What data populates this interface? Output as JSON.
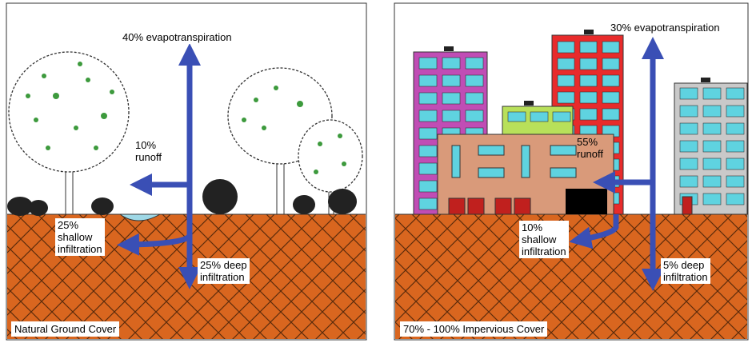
{
  "panels": [
    {
      "id": "natural",
      "caption": "Natural Ground Cover",
      "labels": {
        "evapotranspiration": "40% evapotranspiration",
        "runoff": "10%\nrunoff",
        "shallow": "25%\nshallow\ninfiltration",
        "deep": "25% deep\ninfiltration"
      }
    },
    {
      "id": "impervious",
      "caption": "70% - 100% Impervious Cover",
      "labels": {
        "evapotranspiration": "30% evapotranspiration",
        "runoff": "55%\nrunoff",
        "shallow": "10%\nshallow\ninfiltration",
        "deep": "5% deep\ninfiltration"
      }
    }
  ],
  "colors": {
    "soil": "#d9661f",
    "soil_line": "#5a2a0a",
    "arrow": "#3a4fb5",
    "window": "#5fd3e0",
    "water": "#9fd8e6",
    "leaf": "#3d9a3d"
  }
}
